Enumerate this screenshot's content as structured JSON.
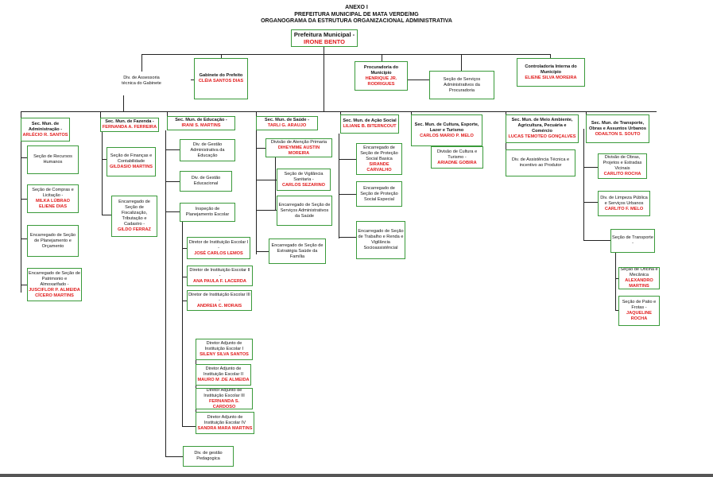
{
  "header": {
    "line1": "ANEXO I",
    "line2": "PREFEITURA MUNICIPAL DE MATA VERDE/MG",
    "line3": "ORGANOGRAMA DA ESTRUTURA ORGANIZACIONAL ADMINISTRATIVA"
  },
  "top": {
    "title": "Prefeitura Municipal -",
    "name": "IRONE BENTO"
  },
  "level1": {
    "assessoria": "Div. de Assessoria técnica do Gabinete",
    "gabinete": {
      "title": "Gabinete do Prefeito",
      "name": "CLÉIA SANTOS DIAS"
    },
    "procuradoria": {
      "title": "Procuradoria do Município",
      "name": "HENRIQUE JR. RODRIGUES"
    },
    "servicos_admin": "Seção de Serviços Administrativos da Procuradoria",
    "controladoria": {
      "title": "Controladoria Interna do Município",
      "name": "ELIENE SILVA MOREIRA"
    }
  },
  "administracao": {
    "title": "Sec. Mun. de Administração -",
    "name": "ARLÉCIO R. SANTOS",
    "recursos": "Seção de Recursos Humanos",
    "compras": {
      "title": "Seção de Compras e Licitação -",
      "name1": "MILKA LÚBRAO",
      "name2": "ELIENE DIAS"
    },
    "planejamento": "Encarregado de Seção de Planejamento e Orçamento",
    "patrimonio": {
      "title": "Encarregado de Seção de Patrimonio e Almoxarifado -",
      "name1": "JUSCIFLOR P. ALMEIDA",
      "name2": "CÍCERO MARTINS"
    }
  },
  "fazenda": {
    "title": "Sec. Mun. de Fazenda -",
    "name": "FERNANDA A. FERREIRA",
    "financas": {
      "title": "Seção de Finanças e Contabilidade",
      "name": "GILDASIO MARTINS"
    },
    "fiscalizacao": {
      "title": "Encarregado de Seção de Fiscalização, Tributação e Cadastro -",
      "name": "GILDO FERRAZ"
    }
  },
  "educacao": {
    "title": "Sec. Mun. de Educação -",
    "name": "IRANI S. MARTINS",
    "gestao_admin": "Div. de Gestão Administrativa da Educação",
    "gestao_educ": "Div. de Gestão Educacional",
    "inspecao": "Inspeção de Planejamento Escolar",
    "diretores": [
      {
        "title": "Diretor de Instituição Escolar I -",
        "name": "JOSÉ CARLOS LEMOS"
      },
      {
        "title": "Diretor de Instituição Escolar II -",
        "name": "ANA PAULA F. LACERDA"
      },
      {
        "title": "Diretor de Instituição Escolar III -",
        "name": "ANDREIA C. MORAIS"
      }
    ],
    "adjuntos": [
      {
        "title": "Diretor Adjunto de Instituição Escolar I",
        "name": "SILENY SILVA SANTOS"
      },
      {
        "title": "Diretor Adjunto de Instituição Escolar II",
        "name": "MAURO M .DE ALMEIDA"
      },
      {
        "title": "Diretor Adjunto de Instituição Escolar III",
        "name": "FERNANDA S. CARDOSO"
      },
      {
        "title": "Diretor Adjunto de Instituição Escolar IV",
        "name": "SANDRA MARA MARTINS"
      }
    ],
    "pedagogica": "Div. de gestão Pedagogica"
  },
  "saude": {
    "title": "Sec. Mun. de Saúde -",
    "name": "TARLI G. ARAUJO",
    "atencao": {
      "title": "Divisão de Atenção Primaria",
      "name": "DIHEYMME AUSTIN MOREIRA"
    },
    "vigilancia": {
      "title": "Seção de Vigilância Sanitaria -",
      "name": "CARLOS SEZARINO"
    },
    "servicos": "Encarregado de Seção de Serviços Administrativos da Saúde",
    "familia": "Encarregado de Seção de Estratégia Saúde da Família"
  },
  "acao_social": {
    "title": "Sec. Mun. de Ação Social",
    "name": "LILIANE B. BITERNCOUT",
    "basica": {
      "title": "Encarregado de Seção de Proteção Social Basica",
      "name": "SIRANDE CARVALHO"
    },
    "especial": "Encarregado de Seção de Proteção Social Especial",
    "trabalho": "Encarregado de Seção de Trabalho e Renda e Vigilância Socioassistêncial"
  },
  "cultura": {
    "title": "Sec. Mun. de Cultura, Esporte, Lazer e Turismo",
    "name": "CARLOS MARIO P. MELO",
    "divisao": {
      "title": "Divisão de Cultura e Turismo -",
      "name": "ARIADNE GOBIRA"
    }
  },
  "meio_ambiente": {
    "title": "Sec. Mun. de Meio Ambiente, Agricultura, Pecuária e Comércio",
    "name": "LUCAS TEMOTEO GONÇALVES",
    "assistencia": "Div. de Assistência Técnica e incentivo ao Produtor"
  },
  "transporte": {
    "title": "Sec. Mun. de Transporte, Obras e Assuntos Urbanos",
    "name": "ODAILTON S. SOUTO",
    "obras": {
      "title": "Divisão de Obras, Projetos e Estradas Vicinais",
      "name": "CARLITO ROCHA"
    },
    "limpeza": {
      "title": "Div. de Limpeza Pública e Serviços Urbanos",
      "name": "CARLITO F. MELO"
    },
    "secao_transporte": "Seção de Transporte -",
    "oficina": {
      "title": "Seção de Oficina e Mecânica",
      "name": "ALEXANDRO MARTINS"
    },
    "patio": {
      "title": "Seção de Patio e Frotas -",
      "name": "JAQUELINE ROCHA"
    }
  }
}
